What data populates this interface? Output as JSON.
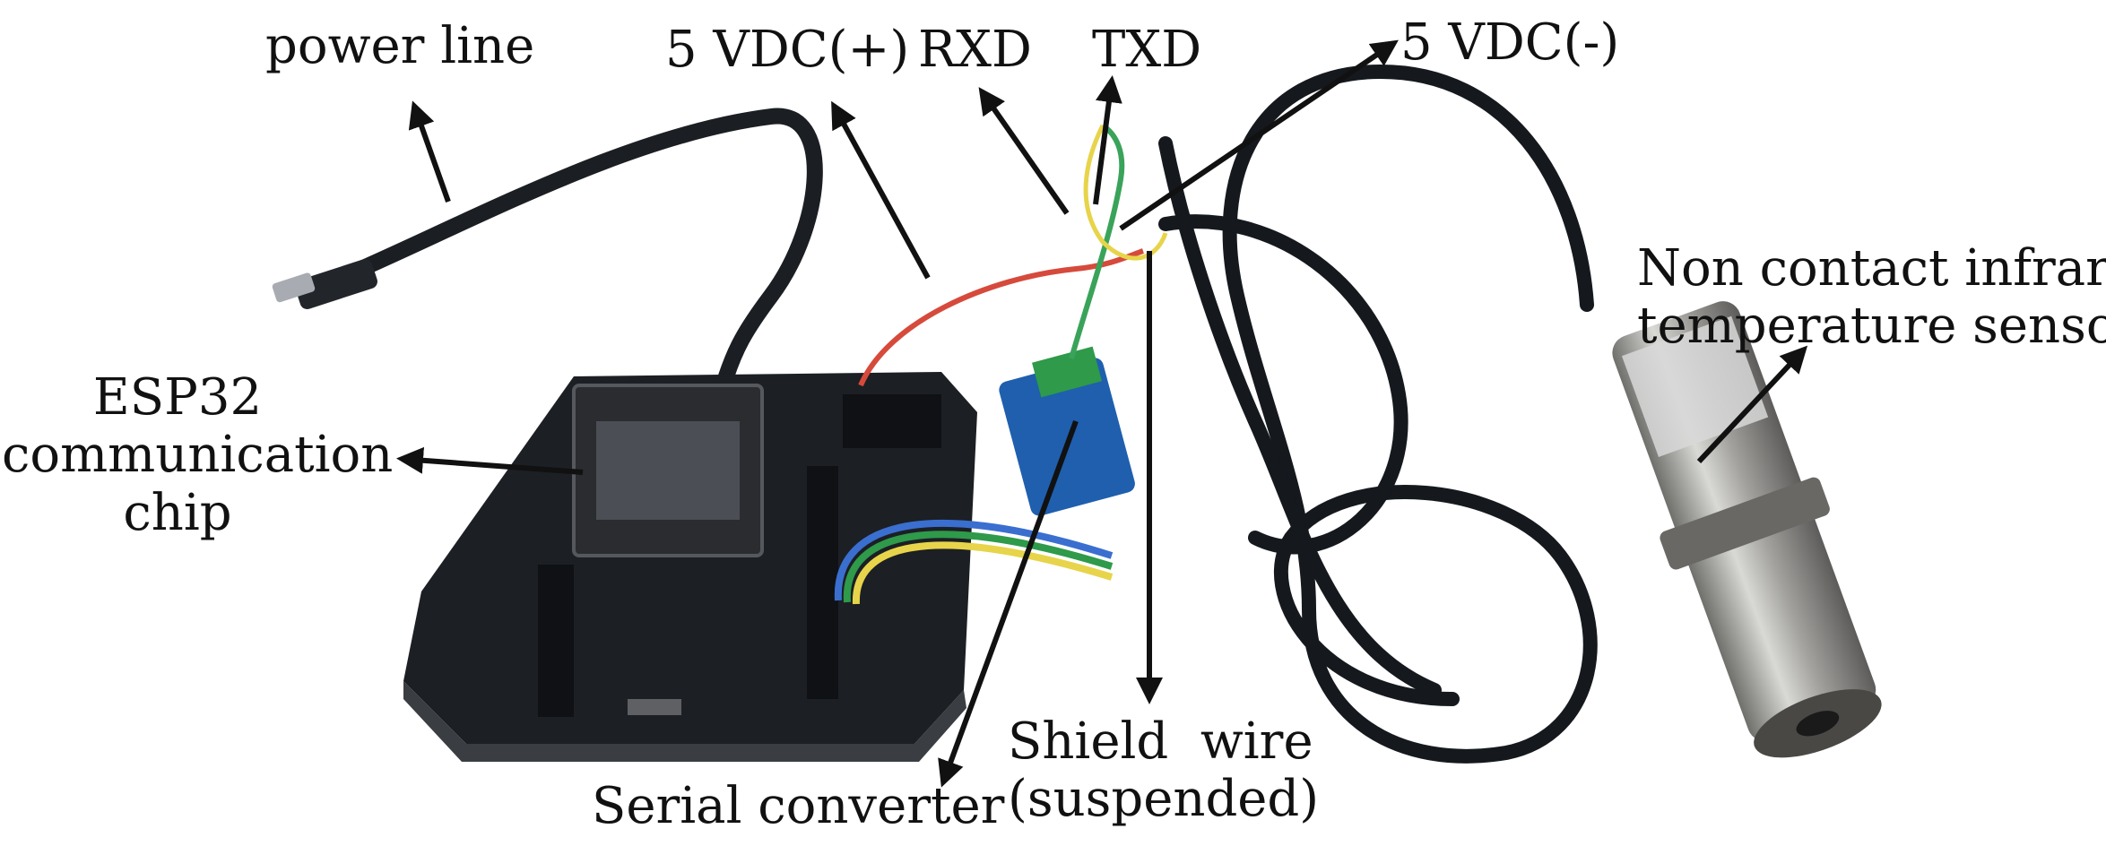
{
  "labels": {
    "power_line": "power line",
    "vdc_plus": "5 VDC(+)",
    "rxd": "RXD",
    "txd": "TXD",
    "vdc_minus": "5 VDC(-)",
    "esp32_line1": "ESP32",
    "esp32_line2": "communication",
    "esp32_line3": "chip",
    "sensor_line1": "Non contact infrared",
    "sensor_line2": "temperature sensor",
    "serial_converter": "Serial converter",
    "shield_line1": "Shield  wire",
    "shield_line2": "(suspended)"
  },
  "colors": {
    "board": "#1c1f24",
    "module": "#2a2c30",
    "converter": "#1f5fae",
    "terminal": "#2e9a4a",
    "cable": "#15191e",
    "sensor_body": "#9a9a98",
    "wire_red": "#d64a3c",
    "wire_green": "#3aa35a",
    "wire_yellow": "#e7d44a",
    "wire_blue": "#3a6fd0",
    "arrow": "#111111"
  }
}
